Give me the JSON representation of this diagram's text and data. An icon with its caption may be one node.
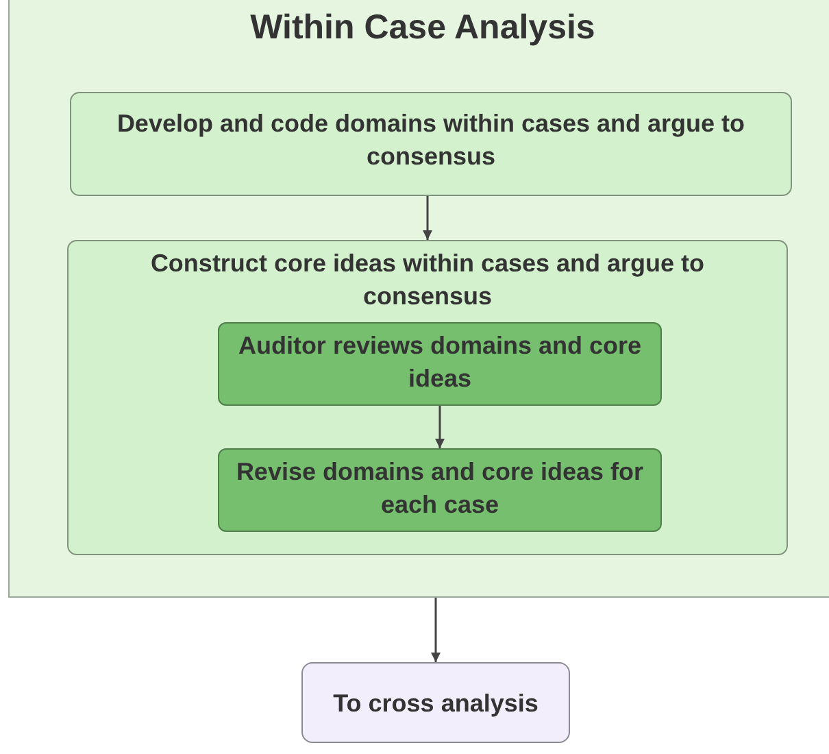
{
  "diagram": {
    "nodes": [
      {
        "text": [
          "Within Case Analysis"
        ]
      },
      {
        "text": [
          "Develop and code domains within cases and argue to consensus"
        ],
        "in": 0
      },
      {
        "text": [
          "Construct core ideas within cases and argue to consensus"
        ],
        "in": 0
      },
      {
        "text": [
          "Auditor reviews domains and core ideas"
        ],
        "in": 2
      },
      {
        "text": [
          "Revise domains and core ideas for each case"
        ],
        "in": 2
      },
      {
        "text": [
          "To cross analysis"
        ]
      }
    ],
    "edges": [
      {
        "from": 1,
        "to": 2,
        "arrow": "to"
      },
      {
        "from": 3,
        "to": 4,
        "arrow": "to"
      },
      {
        "from": 0,
        "to": 5,
        "arrow": "to"
      }
    ]
  }
}
